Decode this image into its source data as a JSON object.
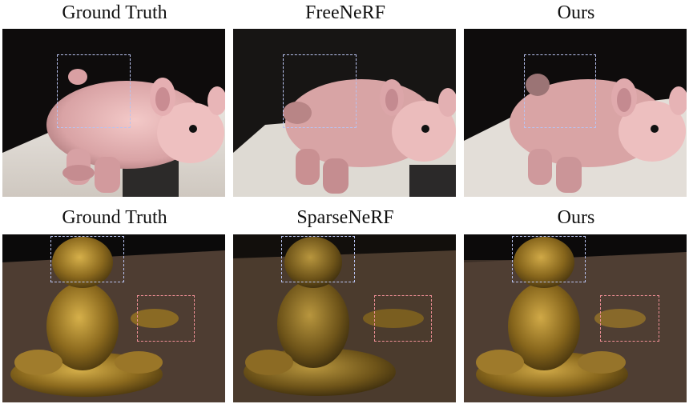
{
  "rows": [
    {
      "labels": [
        "Ground Truth",
        "FreeNeRF",
        "Ours"
      ],
      "subject": "pink plush pig on a table",
      "accent_box_color": "#b9c3f0"
    },
    {
      "labels": [
        "Ground Truth",
        "SparseNeRF",
        "Ours"
      ],
      "subject": "golden meditating figure statue",
      "accent_box_color": "#b9c3f0",
      "secondary_box_color": "#f08f96"
    }
  ]
}
